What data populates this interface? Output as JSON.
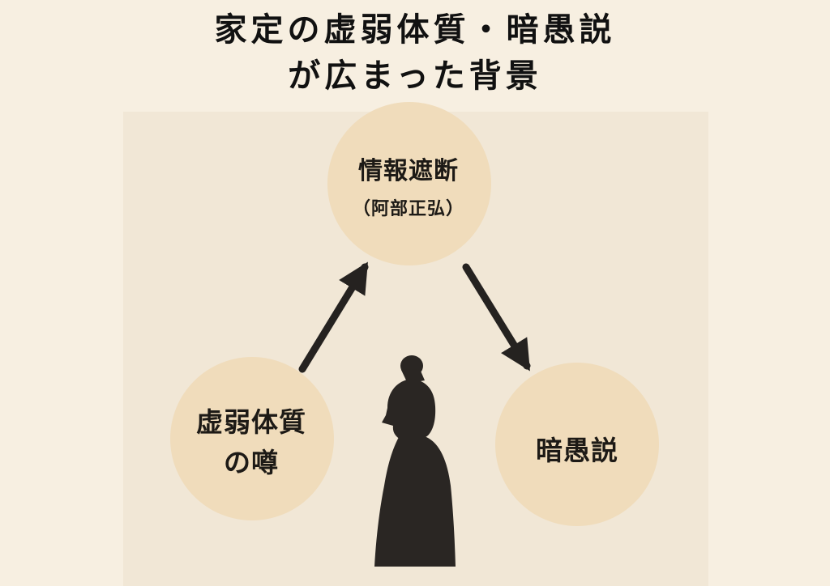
{
  "title": {
    "line1": "家定の虚弱体質・暗愚説",
    "line2": "が広まった背景"
  },
  "nodes": {
    "top": {
      "main": "情報遮断",
      "sub": "（阿部正弘）"
    },
    "left": {
      "line1": "虚弱体質",
      "line2": "の噂"
    },
    "right": {
      "line1": "暗愚説"
    }
  },
  "colors": {
    "background": "#f7efe1",
    "panel": "#f1e7d6",
    "circle": "#f0dcbb",
    "arrow": "#252220",
    "silhouette": "#2a2623",
    "text": "#111111"
  },
  "icons": {
    "figure": "samurai-silhouette-icon"
  }
}
